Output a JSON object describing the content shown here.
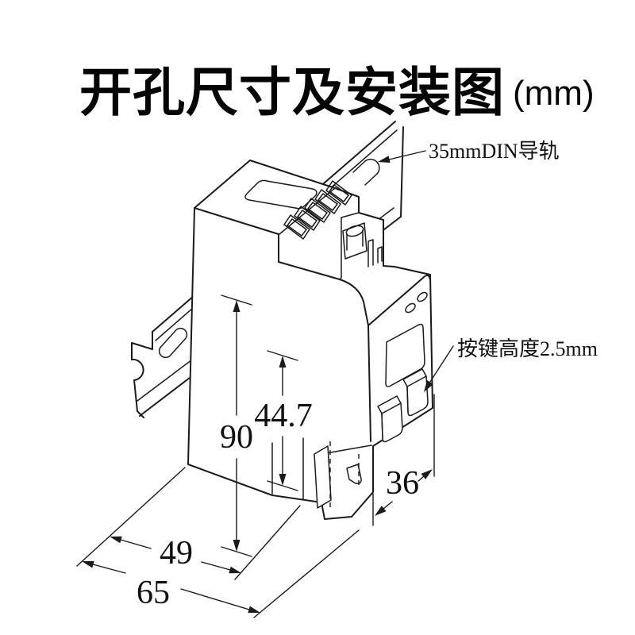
{
  "title": {
    "text": "开孔尺寸及安装图",
    "unit": "(mm)"
  },
  "annotations": {
    "rail": "35mmDIN导轨",
    "button": "按键高度2.5mm"
  },
  "dimensions": {
    "height_total": "90",
    "height_body": "44.7",
    "width": "36",
    "depth_body": "49",
    "depth_total": "65"
  },
  "colors": {
    "line": "#1b1b1b",
    "background": "#ffffff"
  }
}
